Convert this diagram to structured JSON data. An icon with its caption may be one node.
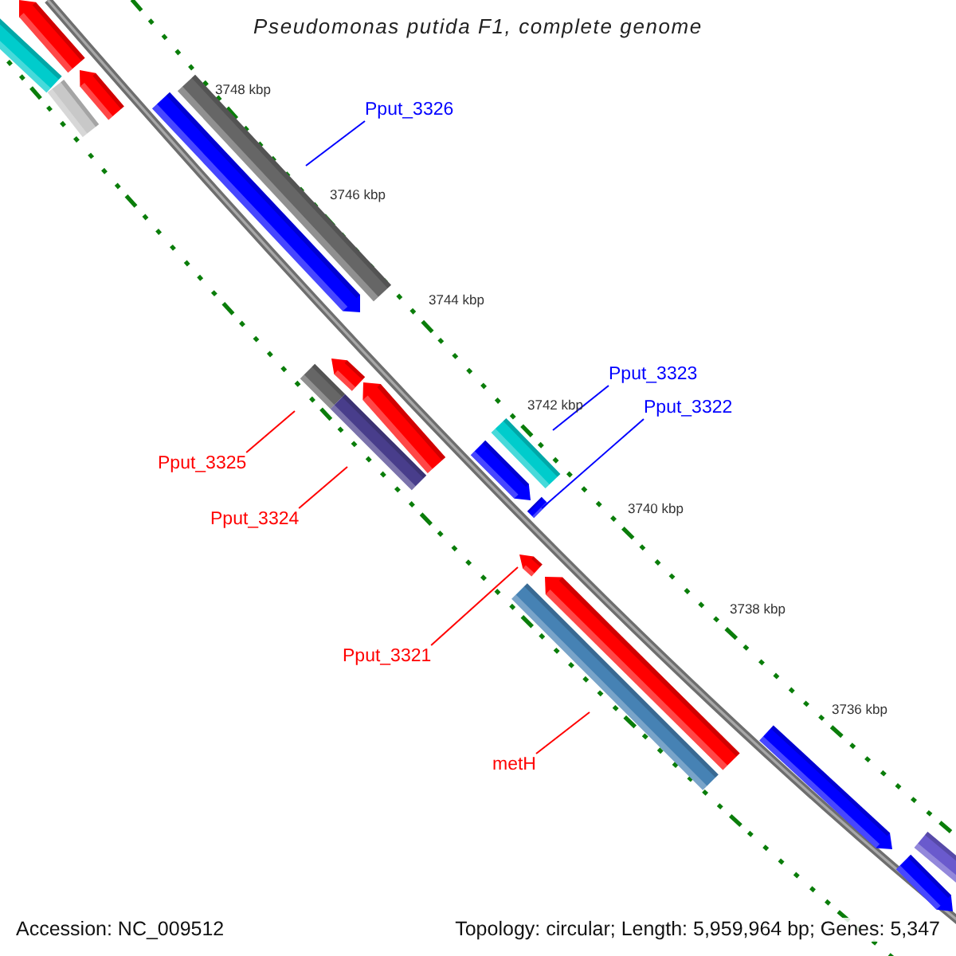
{
  "diagram": {
    "title": "Pseudomonas putida F1, complete genome",
    "nodes": [
      {
        "text": [
          "Pput_3326"
        ]
      },
      {
        "text": [],
        "shape": "arrow"
      },
      {
        "text": [
          "Pput_3323"
        ]
      },
      {
        "text": [],
        "shape": "bar"
      },
      {
        "text": [
          "Pput_3322"
        ]
      },
      {
        "text": [],
        "shape": "arrow"
      },
      {
        "text": [
          "Pput_3325"
        ]
      },
      {
        "text": [],
        "shape": "bar"
      },
      {
        "text": [
          "Pput_3324"
        ]
      },
      {
        "text": [],
        "shape": "bar"
      },
      {
        "text": [
          "Pput_3321"
        ]
      },
      {
        "text": [],
        "shape": "arrow"
      },
      {
        "text": [
          "metH"
        ]
      },
      {
        "text": [],
        "shape": "bar"
      },
      {
        "text": [],
        "shape": "bar"
      },
      {
        "text": [],
        "shape": "bar"
      },
      {
        "text": [],
        "shape": "arrow"
      },
      {
        "text": [],
        "shape": "arrow"
      },
      {
        "text": [],
        "shape": "bar"
      },
      {
        "text": [],
        "shape": "arrow"
      },
      {
        "text": [],
        "shape": "arrow"
      },
      {
        "text": [],
        "shape": "arrow"
      },
      {
        "text": [],
        "shape": "arrow"
      },
      {
        "text": [],
        "shape": "arrow"
      },
      {
        "text": [],
        "shape": "bar"
      },
      {
        "text": [],
        "shape": "arrow"
      }
    ],
    "edges": [
      {
        "from": 0,
        "to": 1,
        "arrow": "none",
        "color": "#0000ff"
      },
      {
        "from": 2,
        "to": 3,
        "arrow": "none",
        "color": "#0000ff"
      },
      {
        "from": 4,
        "to": 5,
        "arrow": "none",
        "color": "#0000ff"
      },
      {
        "from": 6,
        "to": 7,
        "arrow": "none"
      },
      {
        "from": 8,
        "to": 9,
        "arrow": "none"
      },
      {
        "from": 10,
        "to": 11,
        "arrow": "none"
      },
      {
        "from": 12,
        "to": 13,
        "arrow": "none"
      }
    ],
    "labels": [
      "3748 kbp",
      "3746 kbp",
      "3744 kbp",
      "3742 kbp",
      "3740 kbp",
      "3738 kbp",
      "3736 kbp",
      "Accession: NC_009512",
      "Topology: circular; Length: 5,959,964 bp; Genes: 5,347"
    ]
  }
}
